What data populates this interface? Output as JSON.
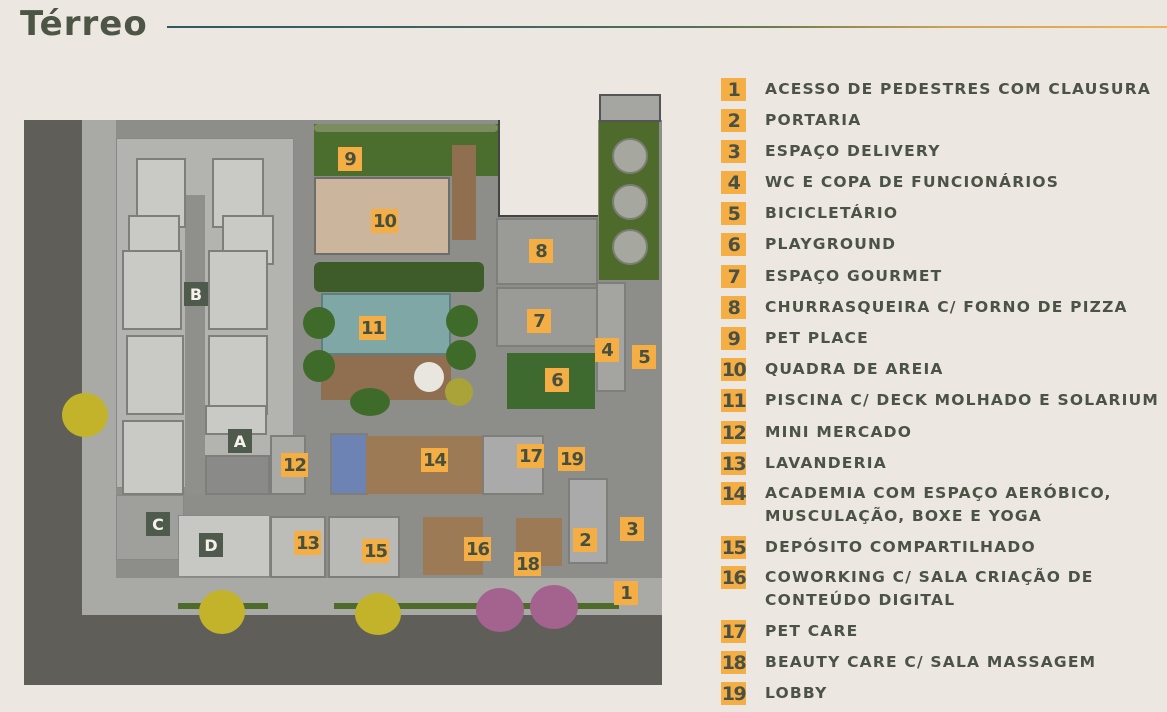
{
  "page": {
    "title": "Térreo",
    "colors": {
      "background": "#ece7e0",
      "marker": "#f4ae44",
      "building_marker": "#4e5a4c",
      "text": "#4b5347"
    }
  },
  "map": {
    "building_labels": [
      {
        "id": "A",
        "label": "A"
      },
      {
        "id": "B",
        "label": "B"
      },
      {
        "id": "C",
        "label": "C"
      },
      {
        "id": "D",
        "label": "D"
      }
    ],
    "markers": [
      "1",
      "2",
      "3",
      "4",
      "5",
      "6",
      "7",
      "8",
      "9",
      "10",
      "11",
      "12",
      "13",
      "14",
      "15",
      "16",
      "17",
      "18",
      "19"
    ]
  },
  "legend": {
    "items": [
      {
        "num": "1",
        "label": "ACESSO DE PEDESTRES COM CLAUSURA"
      },
      {
        "num": "2",
        "label": "PORTARIA"
      },
      {
        "num": "3",
        "label": "ESPAÇO DELIVERY"
      },
      {
        "num": "4",
        "label": "WC E COPA DE FUNCIONÁRIOS"
      },
      {
        "num": "5",
        "label": "BICICLETÁRIO"
      },
      {
        "num": "6",
        "label": "PLAYGROUND"
      },
      {
        "num": "7",
        "label": "ESPAÇO GOURMET"
      },
      {
        "num": "8",
        "label": "CHURRASQUEIRA C/ FORNO DE PIZZA"
      },
      {
        "num": "9",
        "label": "PET PLACE"
      },
      {
        "num": "10",
        "label": "QUADRA DE AREIA"
      },
      {
        "num": "11",
        "label": "PISCINA C/ DECK MOLHADO E SOLARIUM"
      },
      {
        "num": "12",
        "label": "MINI MERCADO"
      },
      {
        "num": "13",
        "label": "LAVANDERIA"
      },
      {
        "num": "14",
        "label": "ACADEMIA COM ESPAÇO AERÓBICO,\nMUSCULAÇÃO, BOXE E YOGA"
      },
      {
        "num": "15",
        "label": "DEPÓSITO COMPARTILHADO"
      },
      {
        "num": "16",
        "label": "COWORKING C/ SALA CRIAÇÃO DE\nCONTEÚDO DIGITAL"
      },
      {
        "num": "17",
        "label": "PET CARE"
      },
      {
        "num": "18",
        "label": "BEAUTY CARE C/ SALA MASSAGEM"
      },
      {
        "num": "19",
        "label": "LOBBY"
      }
    ]
  }
}
